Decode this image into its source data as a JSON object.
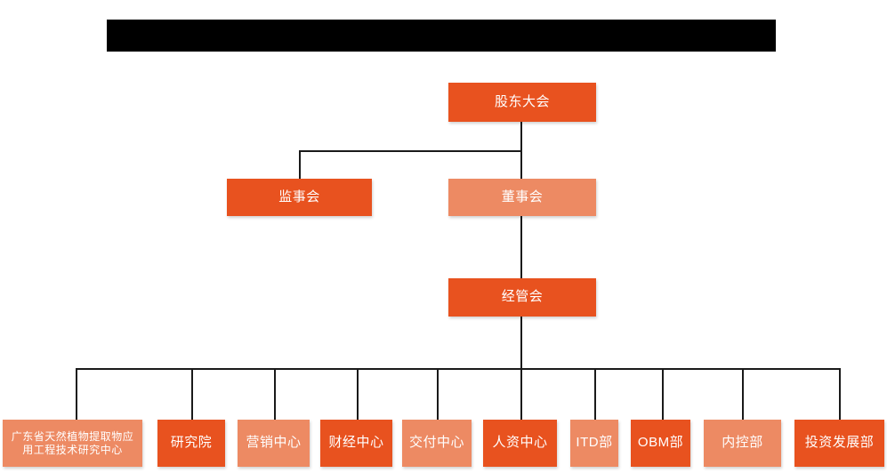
{
  "page": {
    "title_bar": {
      "redacted": true
    },
    "background_color": "#ffffff"
  },
  "colors": {
    "dark_orange": "#E8521F",
    "light_orange": "#ED8A63",
    "line": "#1a1a1a",
    "text": "#ffffff",
    "redaction": "#000000"
  },
  "chart": {
    "type": "org-chart",
    "levels": [
      {
        "level": 1,
        "nodes": [
          {
            "id": "shareholders",
            "label": "股东大会",
            "tone": "dark"
          }
        ]
      },
      {
        "level": 2,
        "nodes": [
          {
            "id": "supervisors",
            "label": "监事会",
            "tone": "dark"
          },
          {
            "id": "directors",
            "label": "董事会",
            "tone": "light"
          }
        ]
      },
      {
        "level": 3,
        "nodes": [
          {
            "id": "management",
            "label": "经管会",
            "tone": "dark"
          }
        ]
      },
      {
        "level": 4,
        "nodes": [
          {
            "id": "research-center",
            "label": "广东省天然植物提取物应用工程技术研究中心",
            "tone": "light"
          },
          {
            "id": "research-institute",
            "label": "研究院",
            "tone": "dark"
          },
          {
            "id": "marketing-center",
            "label": "营销中心",
            "tone": "light"
          },
          {
            "id": "finance-center",
            "label": "财经中心",
            "tone": "dark"
          },
          {
            "id": "delivery-center",
            "label": "交付中心",
            "tone": "light"
          },
          {
            "id": "hr-center",
            "label": "人资中心",
            "tone": "dark"
          },
          {
            "id": "itd-dept",
            "label": "ITD部",
            "tone": "light"
          },
          {
            "id": "obm-dept",
            "label": "OBM部",
            "tone": "dark"
          },
          {
            "id": "internal-control-dept",
            "label": "内控部",
            "tone": "light"
          },
          {
            "id": "investment-development-dept",
            "label": "投资发展部",
            "tone": "dark"
          }
        ]
      }
    ],
    "edges": [
      {
        "from": "shareholders",
        "to": "supervisors"
      },
      {
        "from": "shareholders",
        "to": "directors"
      },
      {
        "from": "directors",
        "to": "management"
      },
      {
        "from": "management",
        "to": "research-center"
      },
      {
        "from": "management",
        "to": "research-institute"
      },
      {
        "from": "management",
        "to": "marketing-center"
      },
      {
        "from": "management",
        "to": "finance-center"
      },
      {
        "from": "management",
        "to": "delivery-center"
      },
      {
        "from": "management",
        "to": "hr-center"
      },
      {
        "from": "management",
        "to": "itd-dept"
      },
      {
        "from": "management",
        "to": "obm-dept"
      },
      {
        "from": "management",
        "to": "internal-control-dept"
      },
      {
        "from": "management",
        "to": "investment-development-dept"
      }
    ]
  }
}
